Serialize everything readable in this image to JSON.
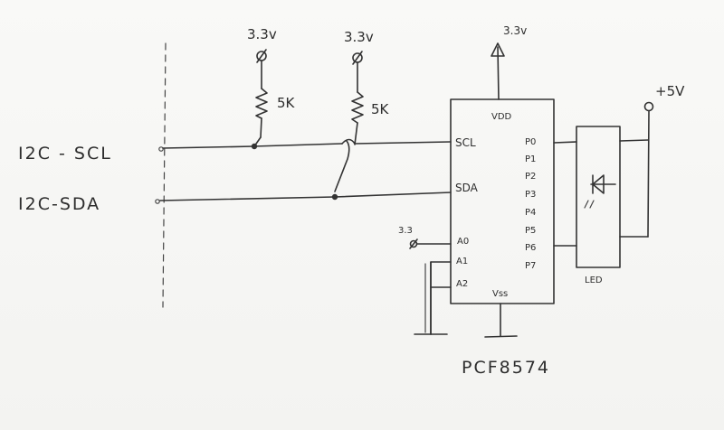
{
  "signals": {
    "scl": "I2C - SCL",
    "sda": "I2C-SDA"
  },
  "resistors": {
    "r1_supply": "3.3v",
    "r1_value": "5K",
    "r2_supply": "3.3v",
    "r2_value": "5K"
  },
  "chip": {
    "name": "PCF8574",
    "supply": "3.3v",
    "vdd": "VDD",
    "vss": "Vss",
    "left_pins": [
      "SCL",
      "SDA",
      "A0",
      "A1",
      "A2"
    ],
    "a0_supply": "3.3",
    "right_pins": [
      "P0",
      "P1",
      "P2",
      "P3",
      "P4",
      "P5",
      "P6",
      "P7"
    ]
  },
  "led": {
    "label": "LED",
    "supply": "+5V"
  }
}
